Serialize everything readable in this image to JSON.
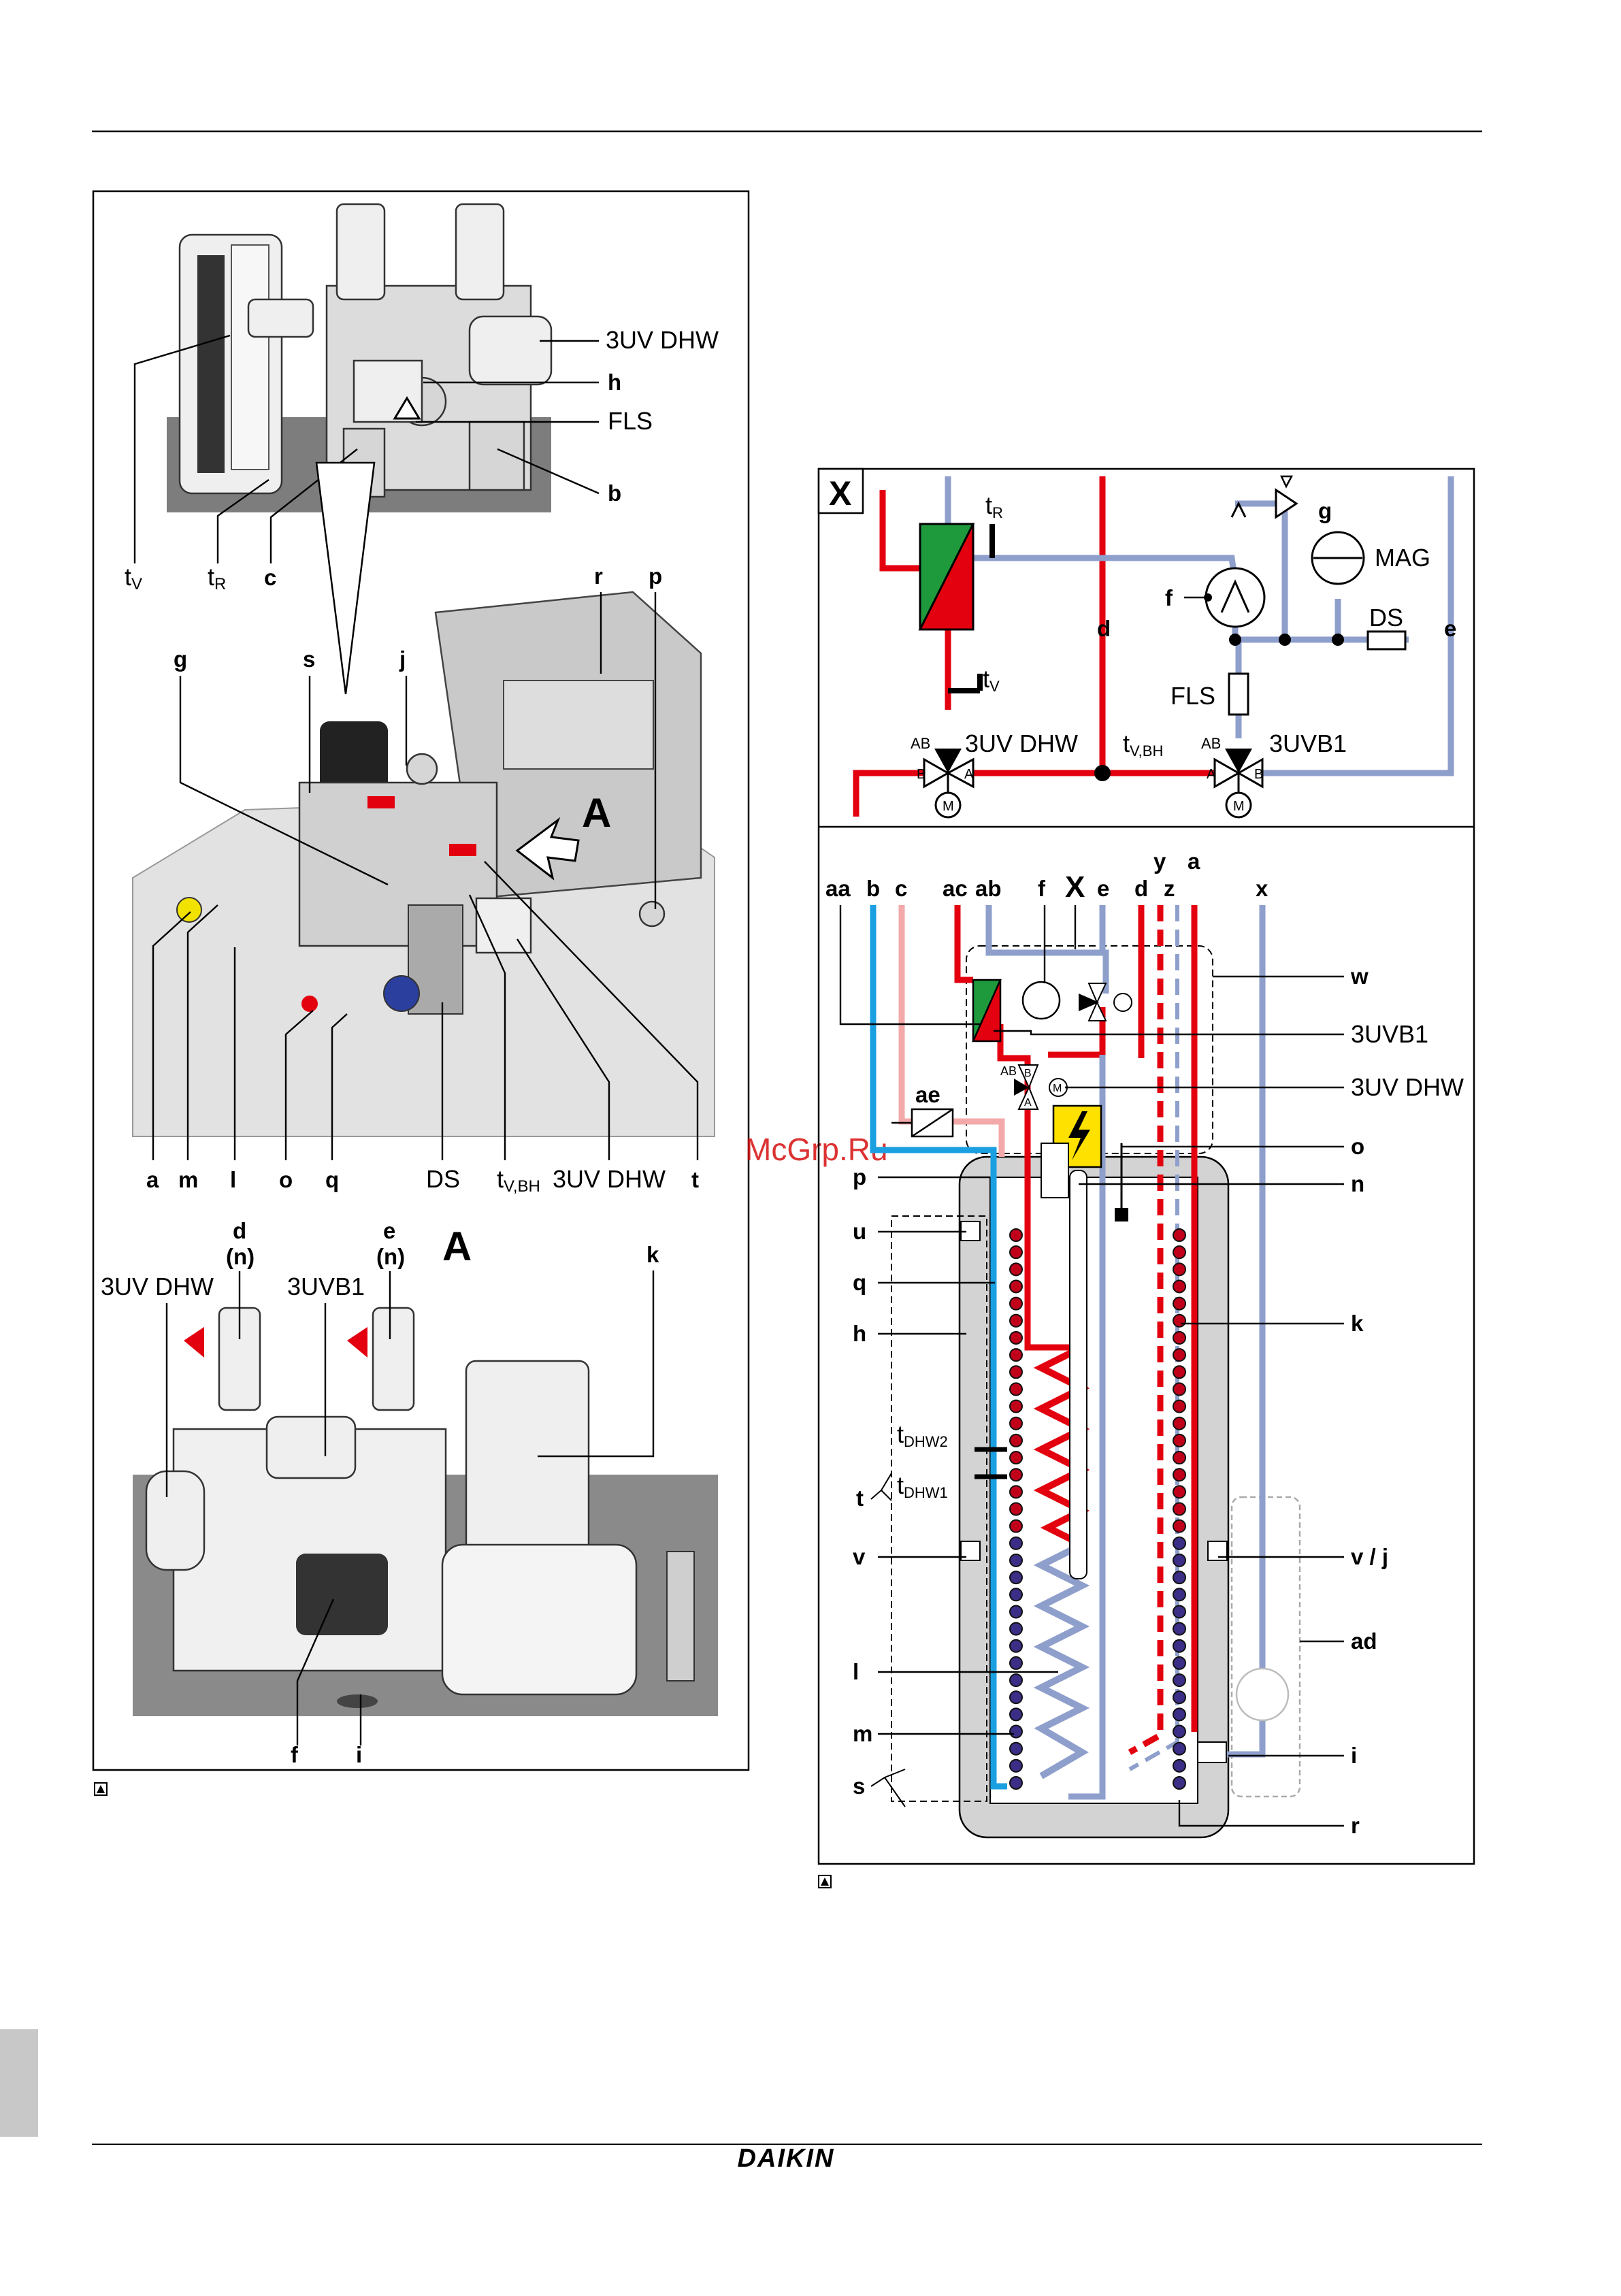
{
  "brand": {
    "logo_text": "DAIKIN"
  },
  "watermark": "McGrp.Ru",
  "left_figure": {
    "top_labels": {
      "uv_dhw": "3UV DHW",
      "h": "h",
      "fls": "FLS",
      "b": "b",
      "tv_main": "t",
      "tv_sub": "V",
      "tr_main": "t",
      "tr_sub": "R",
      "c": "c"
    },
    "mid_labels": {
      "r": "r",
      "p": "p",
      "g": "g",
      "s": "s",
      "j": "j",
      "A": "A",
      "a": "a",
      "m": "m",
      "l": "l",
      "o": "o",
      "q": "q",
      "ds": "DS",
      "tvbh_main": "t",
      "tvbh_sub": "V,BH",
      "uv_dhw": "3UV DHW",
      "t": "t"
    },
    "bottom_labels": {
      "A": "A",
      "d": "d",
      "dn": "(n)",
      "e": "e",
      "en": "(n)",
      "k": "k",
      "uv_dhw": "3UV DHW",
      "uvb1": "3UVB1",
      "f": "f",
      "i": "i"
    }
  },
  "right_figure": {
    "schematic_x": {
      "title": "X",
      "tr_main": "t",
      "tr_sub": "R",
      "g": "g",
      "mag": "MAG",
      "f": "f",
      "ds": "DS",
      "d": "d",
      "e": "e",
      "fls": "FLS",
      "tv_main": "t",
      "tv_sub": "V",
      "ab1": "AB",
      "uv_dhw": "3UV DHW",
      "tvbh_main": "t",
      "tvbh_sub": "V,BH",
      "ab2": "AB",
      "uvb1": "3UVB1",
      "valve_letters": {
        "b": "B",
        "a": "A",
        "m": "M"
      }
    },
    "tank": {
      "top_labels": {
        "aa": "aa",
        "b": "b",
        "c": "c",
        "ac": "ac",
        "ab": "ab",
        "f": "f",
        "X": "X",
        "e": "e",
        "d": "d",
        "z": "z",
        "y": "y",
        "a": "a",
        "x": "x"
      },
      "right_labels": {
        "w": "w",
        "uvb1": "3UVB1",
        "uv_dhw": "3UV DHW",
        "o": "o",
        "n": "n",
        "k": "k",
        "vj": "v / j",
        "ad": "ad",
        "i": "i",
        "r": "r"
      },
      "left_labels": {
        "ae": "ae",
        "p": "p",
        "u": "u",
        "q": "q",
        "h": "h",
        "tdhw2_main": "t",
        "tdhw2_sub": "DHW2",
        "tdhw1_main": "t",
        "tdhw1_sub": "DHW1",
        "t": "t",
        "v": "v",
        "l": "l",
        "m": "m",
        "s": "s"
      },
      "valve_letters": {
        "ab": "AB",
        "b": "B",
        "a": "A",
        "m": "M"
      }
    }
  },
  "colors": {
    "hot": "#e3000f",
    "cold": "#8e9fcc",
    "cyan": "#1a9fe0",
    "pink": "#f3a9a9",
    "exchanger_green": "#1e9a3c",
    "warning_yellow": "#ffe100"
  },
  "icons": [
    "warning-triangle-icon",
    "lightning-icon",
    "pump-icon",
    "motor-valve-icon"
  ]
}
